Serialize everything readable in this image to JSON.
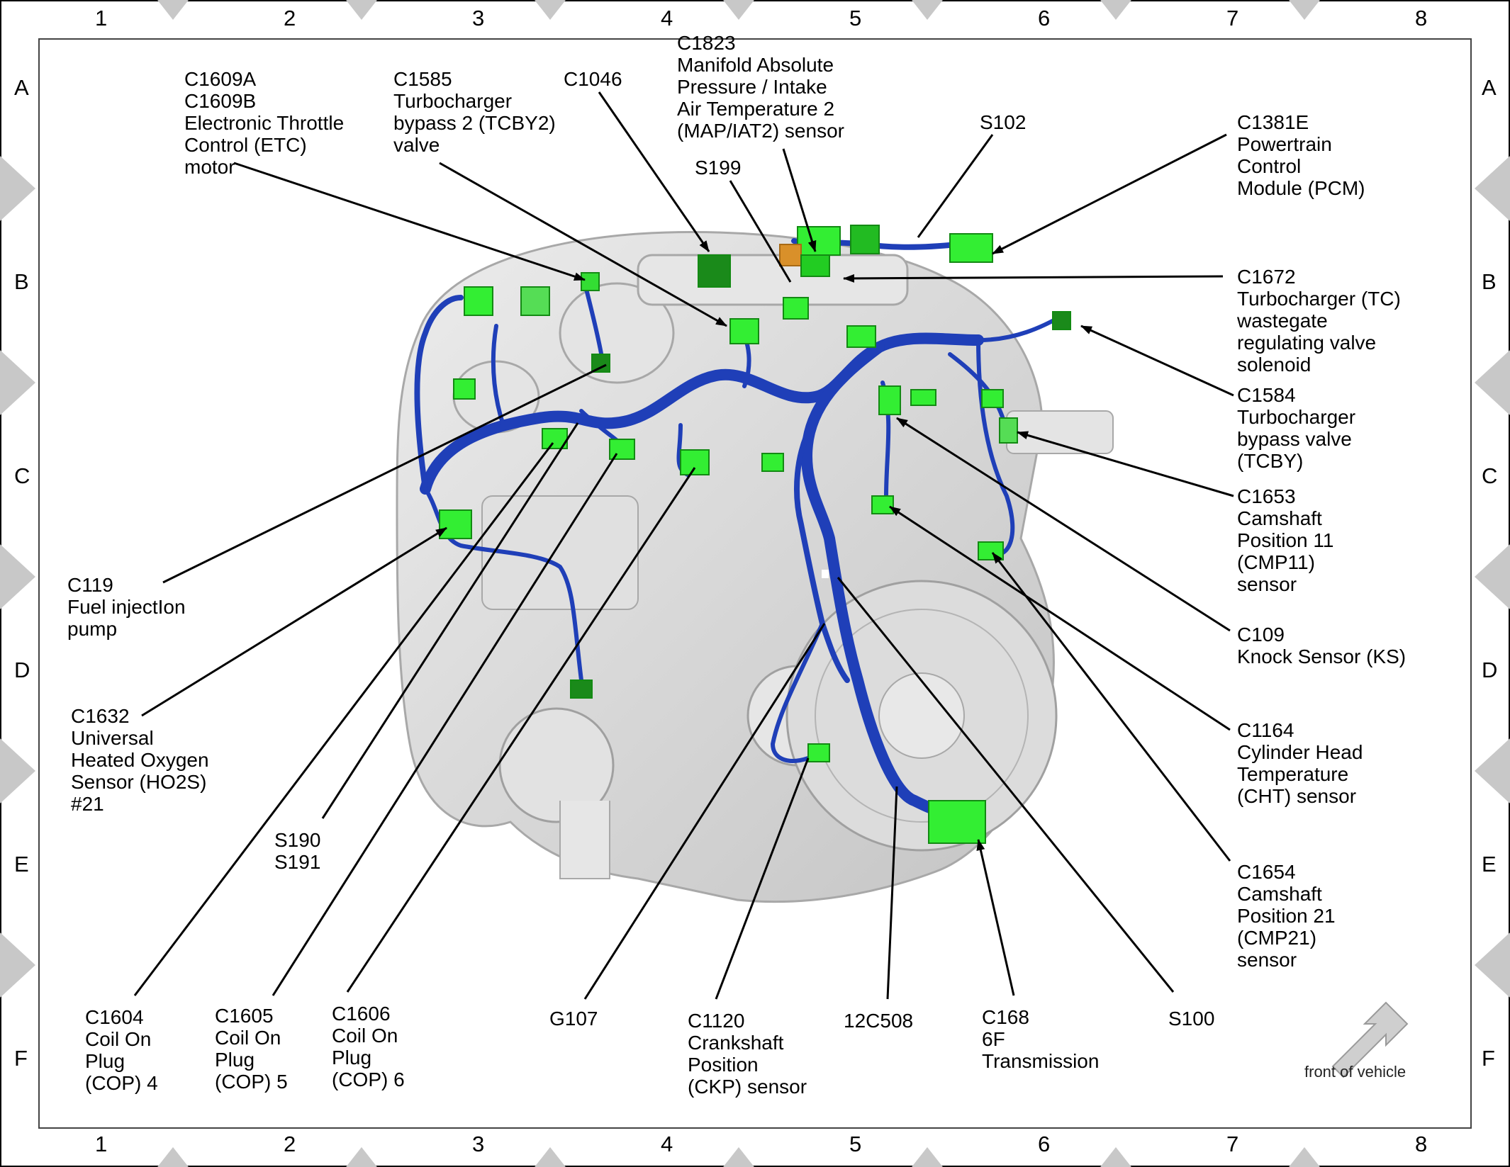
{
  "grid": {
    "columns": [
      "1",
      "2",
      "3",
      "4",
      "5",
      "6",
      "7",
      "8"
    ],
    "rows": [
      "A",
      "B",
      "C",
      "D",
      "E",
      "F"
    ]
  },
  "callouts": [
    {
      "id": "c1609",
      "lines": [
        "C1609A",
        "C1609B",
        "Electronic Throttle",
        "Control (ETC)",
        "motor"
      ]
    },
    {
      "id": "c1585",
      "lines": [
        "C1585",
        "Turbocharger",
        "bypass 2 (TCBY2)",
        "valve"
      ]
    },
    {
      "id": "c1046",
      "lines": [
        "C1046"
      ]
    },
    {
      "id": "c1823",
      "lines": [
        "C1823",
        "Manifold Absolute",
        "Pressure / Intake",
        "Air Temperature 2",
        "(MAP/IAT2) sensor"
      ]
    },
    {
      "id": "s199",
      "lines": [
        "S199"
      ]
    },
    {
      "id": "s102",
      "lines": [
        "S102"
      ]
    },
    {
      "id": "c1381e",
      "lines": [
        "C1381E",
        "Powertrain",
        "Control",
        "Module (PCM)"
      ]
    },
    {
      "id": "c1672",
      "lines": [
        "C1672",
        "Turbocharger (TC)",
        "wastegate",
        "regulating valve",
        "solenoid"
      ]
    },
    {
      "id": "c1584",
      "lines": [
        "C1584",
        "Turbocharger",
        "bypass valve",
        "(TCBY)"
      ]
    },
    {
      "id": "c1653",
      "lines": [
        "C1653",
        "Camshaft",
        "Position 11",
        "(CMP11)",
        "sensor"
      ]
    },
    {
      "id": "c109",
      "lines": [
        "C109",
        "Knock Sensor (KS)"
      ]
    },
    {
      "id": "c1164",
      "lines": [
        "C1164",
        "Cylinder Head",
        "Temperature",
        "(CHT) sensor"
      ]
    },
    {
      "id": "c1654",
      "lines": [
        "C1654",
        "Camshaft",
        "Position 21",
        "(CMP21)",
        "sensor"
      ]
    },
    {
      "id": "c119",
      "lines": [
        "C119",
        "Fuel injectIon",
        "pump"
      ]
    },
    {
      "id": "c1632",
      "lines": [
        "C1632",
        "Universal",
        "Heated Oxygen",
        "Sensor (HO2S)",
        "#21"
      ]
    },
    {
      "id": "s190",
      "lines": [
        "S190",
        "S191"
      ]
    },
    {
      "id": "c1604",
      "lines": [
        "C1604",
        "Coil On",
        "Plug",
        "(COP) 4"
      ]
    },
    {
      "id": "c1605",
      "lines": [
        "C1605",
        "Coil On",
        "Plug",
        "(COP) 5"
      ]
    },
    {
      "id": "c1606",
      "lines": [
        "C1606",
        "Coil On",
        "Plug",
        "(COP) 6"
      ]
    },
    {
      "id": "g107",
      "lines": [
        "G107"
      ]
    },
    {
      "id": "c1120",
      "lines": [
        "C1120",
        "Crankshaft",
        "Position",
        "(CKP) sensor"
      ]
    },
    {
      "id": "12c508",
      "lines": [
        "12C508"
      ]
    },
    {
      "id": "c168",
      "lines": [
        "C168",
        "6F",
        "Transmission"
      ]
    },
    {
      "id": "s100",
      "lines": [
        "S100"
      ]
    }
  ],
  "orientation": {
    "label": "front of vehicle"
  },
  "colors": {
    "harness": "#1f3fb8",
    "connector": "#33ee33",
    "connector_dark": "#1a8a1a",
    "engine": "#d9d9d9",
    "leader": "#000000",
    "border_marker": "#c8c8c8"
  }
}
